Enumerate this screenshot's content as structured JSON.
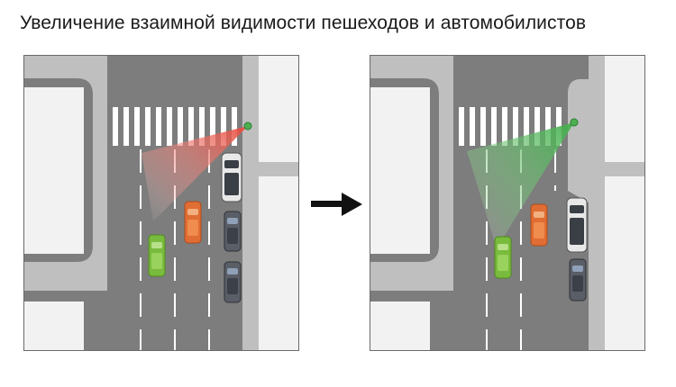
{
  "title": "Увеличение взаимной видимости пешеходов и автомобилистов",
  "colors": {
    "road": "#7d7d7d",
    "sidewalk": "#bfbfbf",
    "building": "#f2f2f2",
    "marking": "#ffffff",
    "view_before": "#e84a3c",
    "view_after": "#3fae4a",
    "car_white": "#e8e8e8",
    "car_dark": "#5a5e66",
    "car_orange": "#e06d33",
    "car_green": "#79bb3c",
    "pedestrian": "#4caf50"
  },
  "panels": [
    {
      "id": "before",
      "view_color": "#e84a3c",
      "curb_extension": false
    },
    {
      "id": "after",
      "view_color": "#3fae4a",
      "curb_extension": true
    }
  ]
}
